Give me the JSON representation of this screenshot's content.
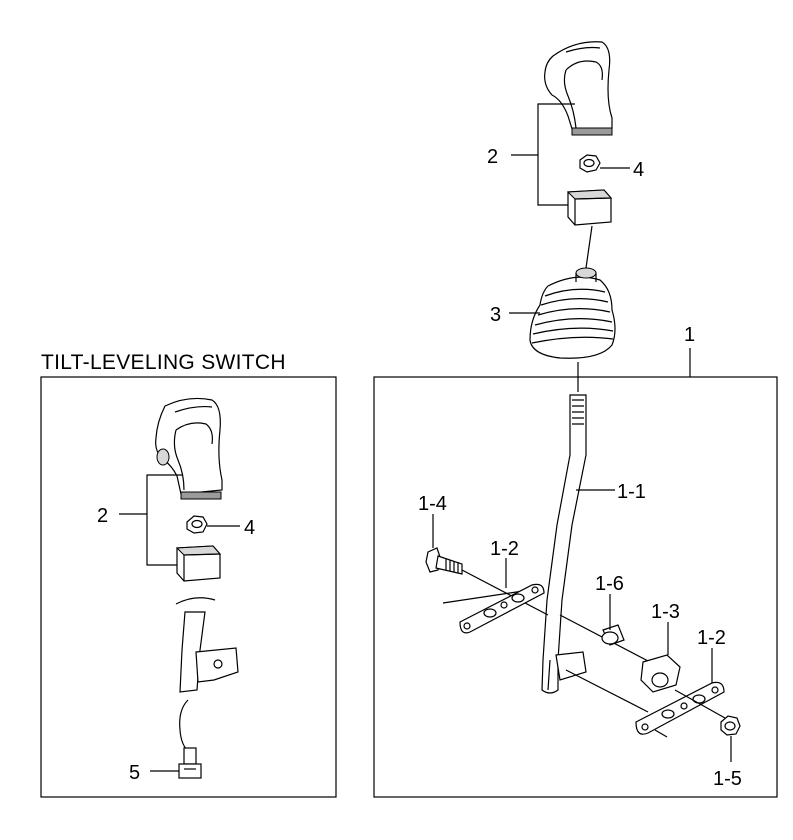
{
  "inset": {
    "title": "TILT-LEVELING SWITCH"
  },
  "callouts": {
    "c1": "1",
    "c1_1": "1-1",
    "c1_2a": "1-2",
    "c1_2b": "1-2",
    "c1_3": "1-3",
    "c1_4": "1-4",
    "c1_5": "1-5",
    "c1_6": "1-6",
    "c2_main": "2",
    "c3": "3",
    "c4_main": "4",
    "c2_inset": "2",
    "c4_inset": "4",
    "c5": "5"
  },
  "colors": {
    "line": "#000000",
    "shade": "#d8d8d8",
    "background": "#ffffff"
  }
}
